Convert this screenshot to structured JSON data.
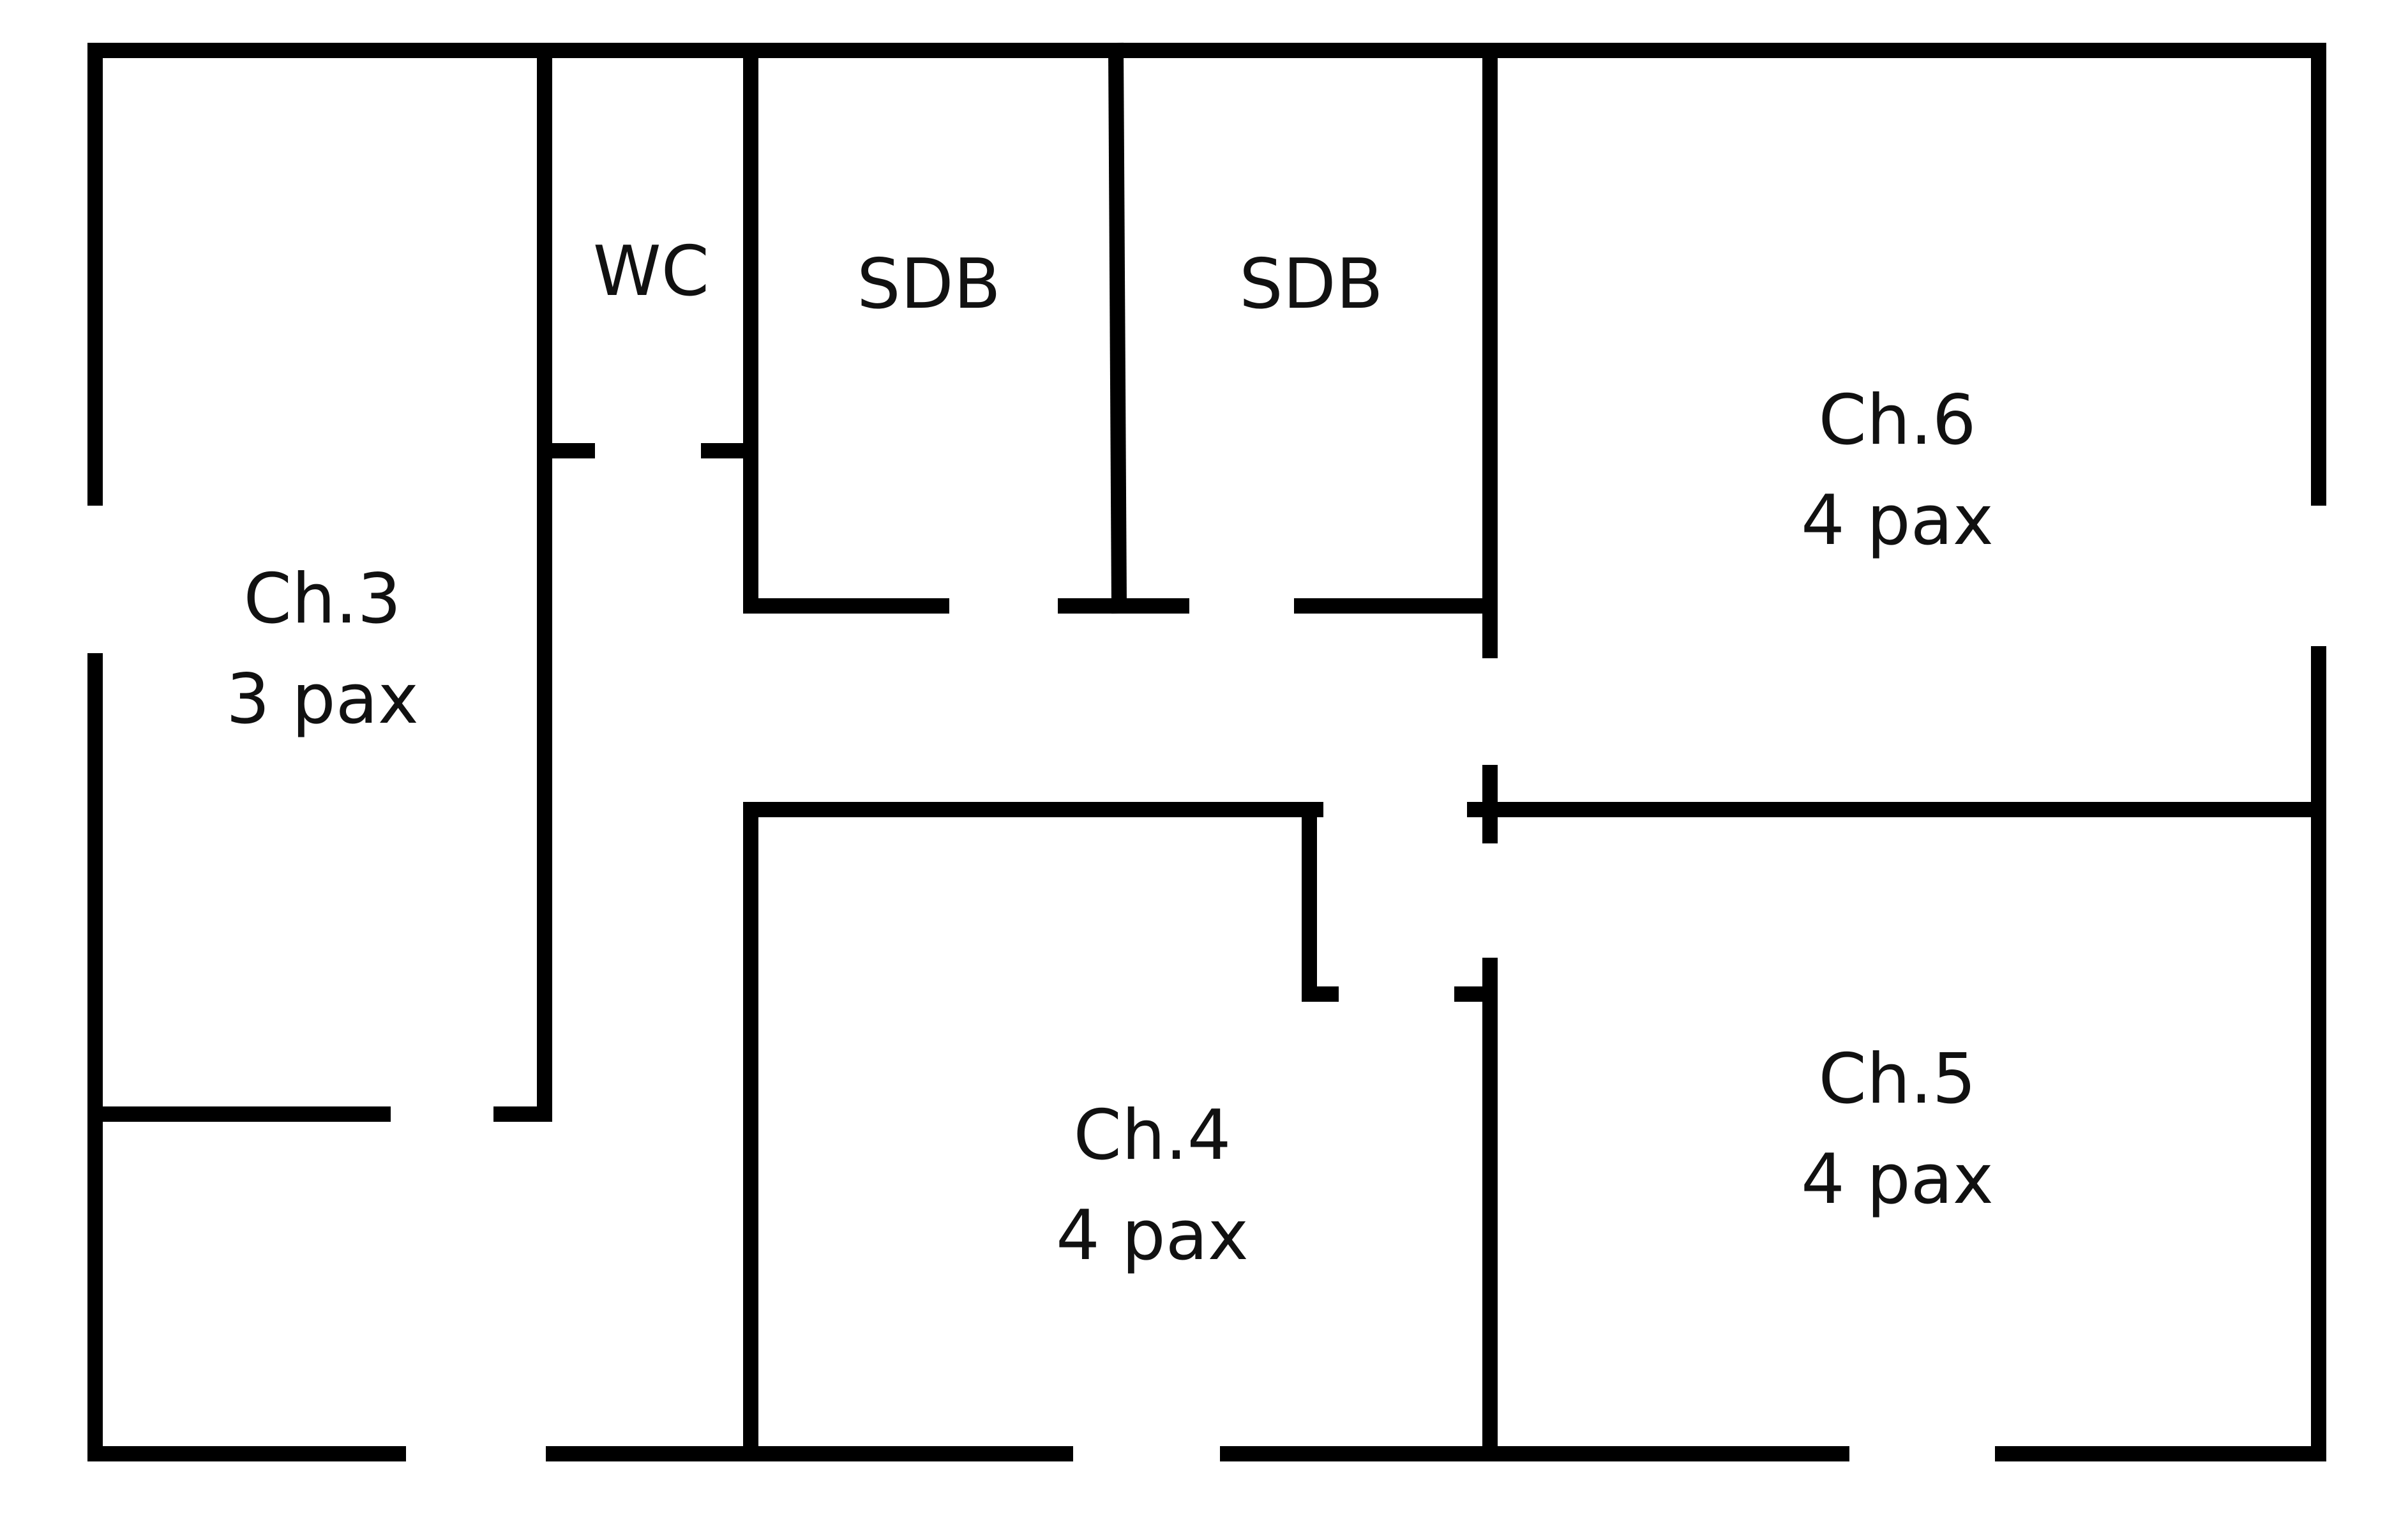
{
  "colors": {
    "background": "#ffffff",
    "wall": "#000000",
    "text": "#111111"
  },
  "rooms": {
    "wc": {
      "name": "WC"
    },
    "sdb1": {
      "name": "SDB"
    },
    "sdb2": {
      "name": "SDB"
    },
    "ch3": {
      "name": "Ch.3",
      "capacity": "3 pax"
    },
    "ch4": {
      "name": "Ch.4",
      "capacity": "4 pax"
    },
    "ch5": {
      "name": "Ch.5",
      "capacity": "4 pax"
    },
    "ch6": {
      "name": "Ch.6",
      "capacity": "4 pax"
    }
  }
}
